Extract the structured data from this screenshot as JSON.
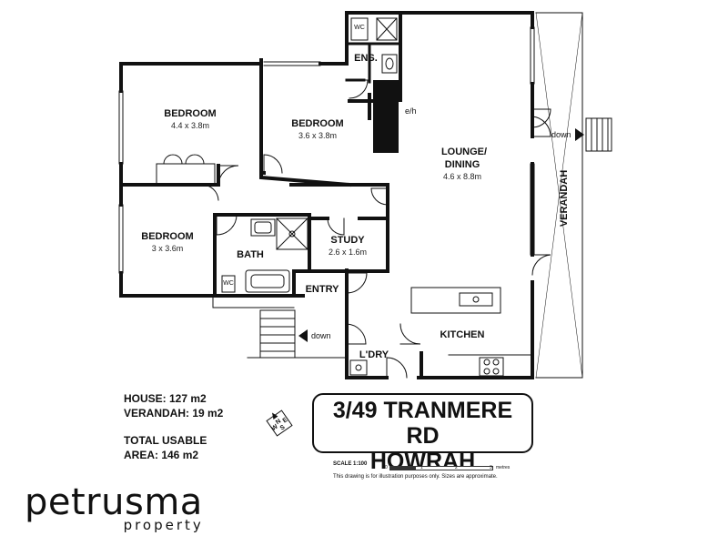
{
  "rooms": [
    {
      "id": "bedroom1",
      "name": "BEDROOM",
      "size": "4.4 x 3.8m"
    },
    {
      "id": "bedroom2",
      "name": "BEDROOM",
      "size": "3.6 x 3.8m"
    },
    {
      "id": "bedroom3",
      "name": "BEDROOM",
      "size": "3 x 3.6m"
    },
    {
      "id": "lounge",
      "name_line1": "LOUNGE/",
      "name_line2": "DINING",
      "size": "4.6 x 8.8m"
    },
    {
      "id": "study",
      "name": "STUDY",
      "size": "2.6 x 1.6m"
    },
    {
      "id": "bath",
      "name": "BATH"
    },
    {
      "id": "ensuite",
      "name": "ENS."
    },
    {
      "id": "entry",
      "name": "ENTRY"
    },
    {
      "id": "kitchen",
      "name": "KITCHEN"
    },
    {
      "id": "laundry",
      "name": "L'DRY"
    },
    {
      "id": "verandah",
      "name": "VERANDAH"
    }
  ],
  "labels": {
    "wc": "WC",
    "eh": "e/h",
    "down": "down"
  },
  "stats": {
    "house": "HOUSE: 127 m2",
    "verandah": "VERANDAH: 19 m2",
    "total_line1": "TOTAL USABLE",
    "total_line2": "AREA: 146 m2"
  },
  "address": {
    "line1": "3/49 TRANMERE RD",
    "line2": "HOWRAH"
  },
  "compass": {
    "letters": [
      "N",
      "E",
      "S",
      "W"
    ]
  },
  "scale": {
    "label": "SCALE 1:100",
    "ticks": [
      "0",
      "1",
      "2",
      "3"
    ],
    "unit": "metres"
  },
  "disclaimer": "This drawing is for illustration purposes only. Sizes are approximate.",
  "brand": {
    "name": "petrusma",
    "sub": "property"
  }
}
